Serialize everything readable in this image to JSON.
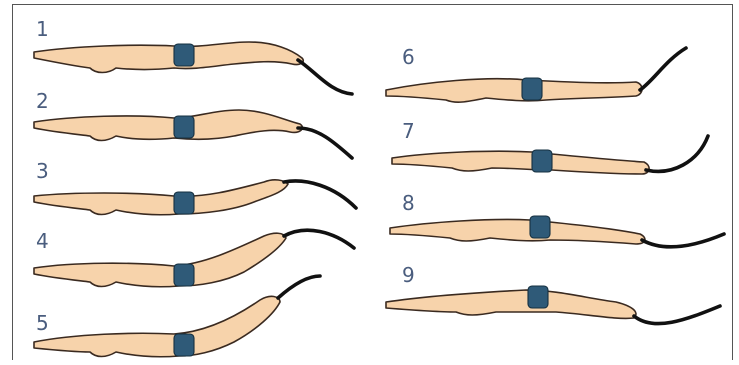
{
  "figure": {
    "steps": [
      {
        "label": "1",
        "column": "left"
      },
      {
        "label": "2",
        "column": "left"
      },
      {
        "label": "3",
        "column": "left"
      },
      {
        "label": "4",
        "column": "left"
      },
      {
        "label": "5",
        "column": "left"
      },
      {
        "label": "6",
        "column": "right"
      },
      {
        "label": "7",
        "column": "right"
      },
      {
        "label": "8",
        "column": "right"
      },
      {
        "label": "9",
        "column": "right"
      }
    ],
    "colors": {
      "skin": "#f7d3ab",
      "outline": "#3a2a20",
      "swimsuit": "#2f5a78",
      "fin": "#111111",
      "number": "#4a5d7e",
      "frame": "#555555"
    }
  }
}
